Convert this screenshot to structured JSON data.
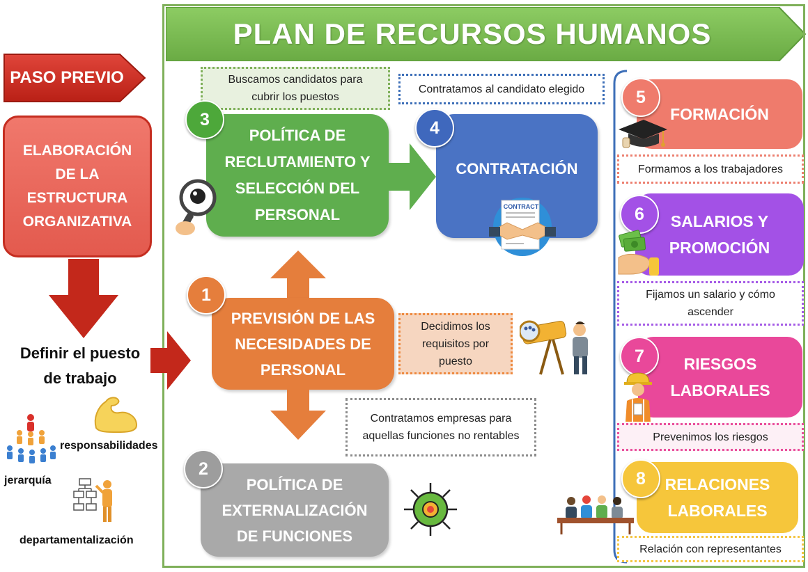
{
  "title": "PLAN DE RECURSOS HUMANOS",
  "left": {
    "paso_previo": "PASO PREVIO",
    "elaboracion": [
      "ELABORACIÓN",
      "DE LA",
      "ESTRUCTURA",
      "ORGANIZATIVA"
    ],
    "definir": [
      "Definir el puesto",
      "de trabajo"
    ],
    "labels": {
      "responsabilidades": "responsabilidades",
      "jerarquia": "jerarquía",
      "departamentalizacion": "departamentalización"
    }
  },
  "steps": {
    "s1": {
      "num": "1",
      "lines": [
        "PREVISIÓN DE LAS",
        "NECESIDADES DE",
        "PERSONAL"
      ],
      "note": [
        "Decidimos los",
        "requisitos por",
        "puesto"
      ]
    },
    "s2": {
      "num": "2",
      "lines": [
        "POLÍTICA DE",
        "EXTERNALIZACIÓN",
        "DE FUNCIONES"
      ],
      "note": [
        "Contratamos empresas para",
        "aquellas funciones no rentables"
      ]
    },
    "s3": {
      "num": "3",
      "lines": [
        "POLÍTICA DE",
        "RECLUTAMIENTO Y",
        "SELECCIÓN DEL",
        "PERSONAL"
      ],
      "note": [
        "Buscamos candidatos para",
        "cubrir los puestos"
      ]
    },
    "s4": {
      "num": "4",
      "lines": [
        "CONTRATACIÓN"
      ],
      "note": "Contratamos al candidato elegido",
      "contract_label": "CONTRACT"
    }
  },
  "right": {
    "s5": {
      "num": "5",
      "lines": [
        "FORMACIÓN"
      ],
      "note": [
        "Formamos a los trabajadores"
      ]
    },
    "s6": {
      "num": "6",
      "lines": [
        "SALARIOS Y",
        "PROMOCIÓN"
      ],
      "note": [
        "Fijamos un salario y cómo",
        "ascender"
      ]
    },
    "s7": {
      "num": "7",
      "lines": [
        "RIESGOS",
        "LABORALES"
      ],
      "note": [
        "Prevenimos los riesgos"
      ]
    },
    "s8": {
      "num": "8",
      "lines": [
        "RELACIONES",
        "LABORALES"
      ],
      "note": [
        "Relación con representantes"
      ]
    }
  },
  "colors": {
    "green": "#5fae4e",
    "blue": "#4a73c4",
    "orange": "#e57e3c",
    "grey": "#a9a9a9",
    "salmon": "#ef7b6c",
    "purple": "#a351e6",
    "pink": "#e9489a",
    "yellow": "#f6c63b",
    "red": "#c3281b"
  },
  "icons": [
    "magnifier-icon",
    "handshake-contract-icon",
    "telescope-icon",
    "network-gear-icon",
    "graduation-cap-icon",
    "money-hand-icon",
    "worker-icon",
    "meeting-icon",
    "strong-arm-icon",
    "hierarchy-icon",
    "org-chart-icon"
  ]
}
